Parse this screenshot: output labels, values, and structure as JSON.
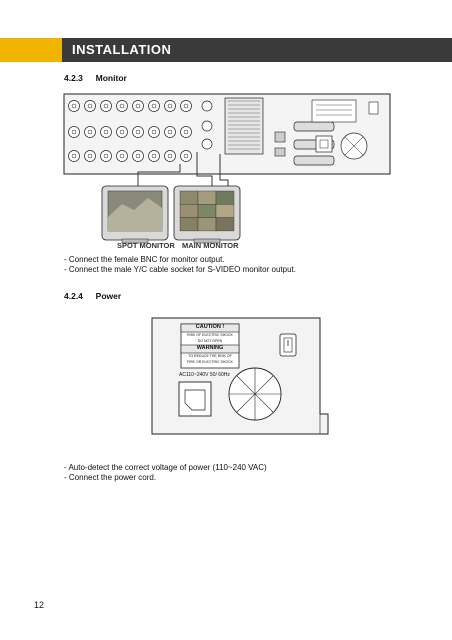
{
  "header": {
    "title": "INSTALLATION",
    "accent_color": "#f0b400",
    "bar_color": "#3a3a3a"
  },
  "monitor_section": {
    "heading_number": "4.2.3",
    "heading_title": "Monitor",
    "spot_monitor_label": "SPOT MONITOR",
    "main_monitor_label": "MAIN MONITOR",
    "bullets": [
      "- Connect the female BNC for monitor output.",
      "- Connect the male Y/C cable socket for S-VIDEO monitor output."
    ]
  },
  "power_section": {
    "heading_number": "4.2.4",
    "heading_title": "Power",
    "caution_title": "CAUTION !",
    "caution_line1": "RISK OF ELECTRIC SHOCK",
    "caution_line2": "DO NOT OPEN",
    "warning_title": "WARNING",
    "warning_line1": "TO REDUCE THE RISK OF",
    "warning_line2": "FIRE OR ELECTRIC SHOCK",
    "voltage_label": "AC110~240V  50/ 60Hz",
    "bullets": [
      "- Auto-detect the correct voltage of power (110~240 VAC)",
      "- Connect the power cord."
    ]
  },
  "page_number": "12"
}
